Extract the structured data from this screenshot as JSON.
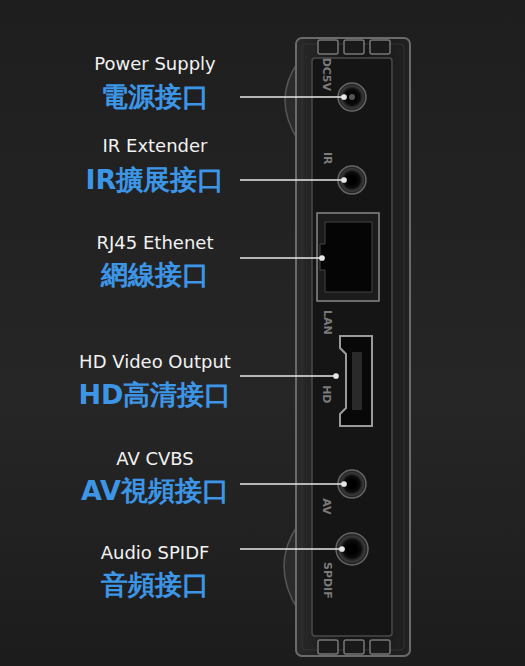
{
  "diagram": {
    "labels": [
      "Power Supply",
      "電源接口",
      "IR Extender",
      "IR擴展接口",
      "RJ45 Ethenet",
      "網線接口",
      "HD Video Output",
      "HD高清接口",
      "AV CVBS",
      "AV視頻接口",
      "Audio SPIDF",
      "音頻接口",
      "DC5V",
      "IR",
      "LAN",
      "HD",
      "AV",
      "SPDIF"
    ]
  }
}
